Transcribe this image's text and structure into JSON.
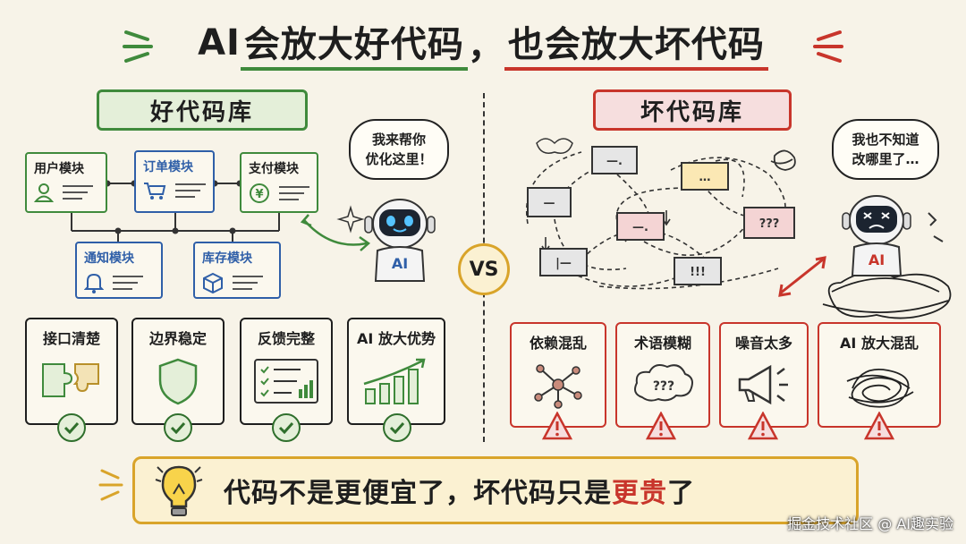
{
  "title": {
    "part1": "AI ",
    "good": "会放大好代码",
    "comma": "，",
    "bad": "也会放大坏代码"
  },
  "good_section": {
    "header": "好代码库",
    "bubble_line1": "我来帮你",
    "bubble_line2": "优化这里！",
    "robot_badge": "AI",
    "modules": [
      {
        "label": "用户模块",
        "icon": "user-icon"
      },
      {
        "label": "订单模块",
        "icon": "cart-icon"
      },
      {
        "label": "支付模块",
        "icon": "yen-icon"
      },
      {
        "label": "通知模块",
        "icon": "bell-icon"
      },
      {
        "label": "库存模块",
        "icon": "box-icon"
      }
    ],
    "cards": [
      {
        "label": "接口清楚",
        "icon": "puzzle-icon"
      },
      {
        "label": "边界稳定",
        "icon": "shield-icon"
      },
      {
        "label": "反馈完整",
        "icon": "checklist-icon"
      },
      {
        "label": "AI 放大优势",
        "icon": "growth-chart-icon"
      }
    ]
  },
  "bad_section": {
    "header": "坏代码库",
    "bubble_line1": "我也不知道",
    "bubble_line2": "改哪里了…",
    "robot_badge": "AI",
    "tangle_boxes": [
      {
        "label": "—."
      },
      {
        "label": "…"
      },
      {
        "label": "—"
      },
      {
        "label": "—."
      },
      {
        "label": "???"
      },
      {
        "label": "|—"
      },
      {
        "label": "!!!"
      }
    ],
    "cards": [
      {
        "label": "依赖混乱",
        "icon": "dependency-graph-icon"
      },
      {
        "label": "术语模糊",
        "icon": "confused-cloud-icon"
      },
      {
        "label": "噪音太多",
        "icon": "megaphone-icon"
      },
      {
        "label": "AI 放大混乱",
        "icon": "scribble-icon"
      }
    ]
  },
  "vs_label": "VS",
  "banner": {
    "text_prefix": "代码不是更便宜了，坏代码只是",
    "text_highlight": "更贵",
    "text_suffix": "了"
  },
  "watermark": "掘金技术社区 @ AI趣实验",
  "colors": {
    "green": "#3f8a3c",
    "blue": "#2f5fa8",
    "red": "#c8352b",
    "gold": "#d9a42a",
    "background": "#f7f3e8"
  }
}
